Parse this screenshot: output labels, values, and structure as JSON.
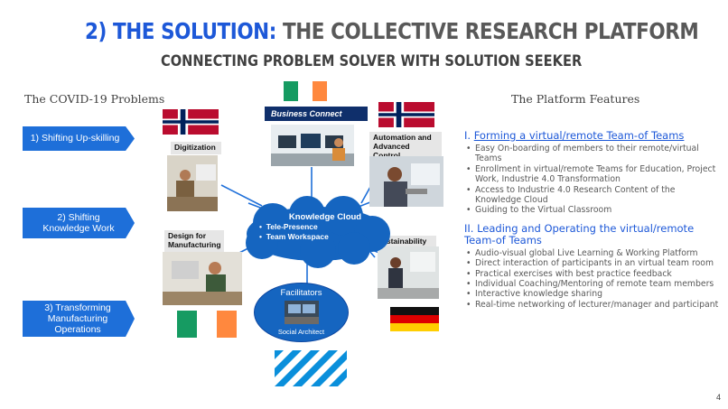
{
  "title": {
    "prefix": "2) THE SOLUTION:",
    "main": "THE COLLECTIVE RESEARCH PLATFORM"
  },
  "subtitle": "CONNECTING  PROBLEM SOLVER  WITH SOLUTION SEEKER",
  "problems": {
    "heading": "The COVID-19 Problems",
    "items": [
      "1) Shifting Up-skilling",
      "2) Shifting Knowledge Work",
      "3) Transforming Manufacturing Operations"
    ]
  },
  "center": {
    "business_connect": "Business Connect",
    "digitization": "Digitization",
    "automation": "Automation and Advanced Control",
    "design": "Design for Manufacturing",
    "sustainability": "Sustainability",
    "cloud_title": "Knowledge Cloud",
    "cloud_items": [
      "Tele-Presence",
      "Team Workspace"
    ],
    "facilitators": "Facilitators",
    "social_architect": "Social Architect"
  },
  "features": {
    "heading": "The Platform Features",
    "section1": {
      "num": "I.",
      "title": "Forming a virtual/remote Team-of Teams",
      "items": [
        "Easy On-boarding of members to their remote/virtual Teams",
        "Enrollment in virtual/remote Teams for Education, Project Work, Industrie 4.0 Transformation",
        "Access to Industrie 4.0 Research Content of the Knowledge Cloud",
        "Guiding to the Virtual Classroom"
      ]
    },
    "section2": {
      "title": "II. Leading and Operating the virtual/remote Team-of Teams",
      "items": [
        "Audio-visual global Live Learning & Working Platform",
        "Direct interaction of participants in an virtual team room",
        "Practical exercises with best practice feedback",
        "Individual Coaching/Mentoring of remote team members",
        "Interactive knowledge sharing",
        "Real-time networking of lecturer/manager and participant"
      ]
    }
  },
  "page_number": "4",
  "colors": {
    "accent_blue": "#1d58d8",
    "chevron_blue": "#1e6fd9",
    "cloud_blue": "#1565c0"
  }
}
